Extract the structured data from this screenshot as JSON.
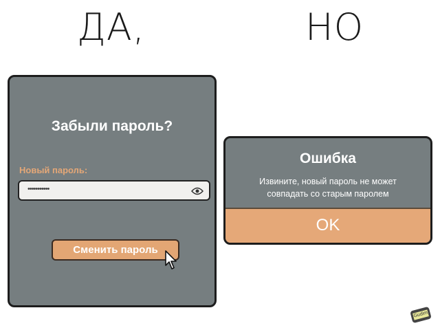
{
  "headings": {
    "left": "ДА,",
    "right": "НО"
  },
  "reset_form": {
    "title": "Забыли пароль?",
    "field_label": "Новый пароль:",
    "password_value": "•••••••••••",
    "submit_label": "Сменить пароль"
  },
  "error_dialog": {
    "title": "Ошибка",
    "message_line1": "Извините, новый пароль не может",
    "message_line2": "совпадать со старым паролем",
    "ok_label": "OK"
  },
  "watermark": "Gudim",
  "colors": {
    "panel": "#767e80",
    "accent": "#e5a878"
  }
}
